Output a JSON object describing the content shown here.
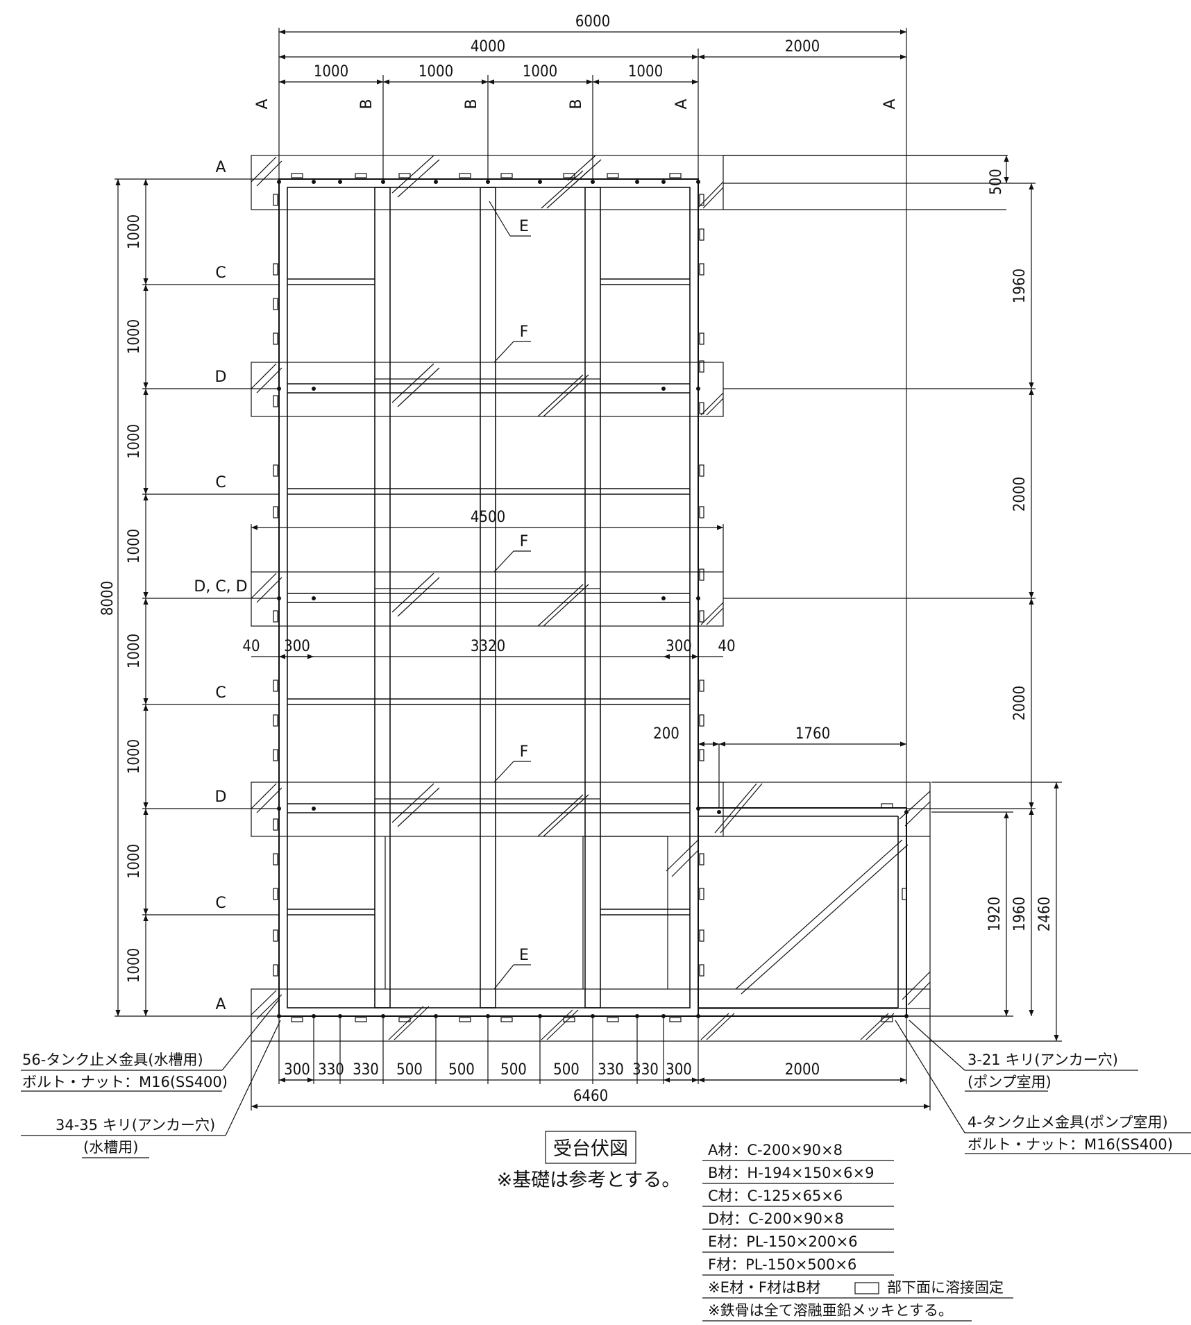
{
  "dims": {
    "top": {
      "total": "6000",
      "tank": "4000",
      "pump": "2000",
      "bay1": "1000",
      "bay2": "1000",
      "bay3": "1000",
      "bay4": "1000"
    },
    "right": {
      "d500": "500",
      "d1960a": "1960",
      "d2000a": "2000",
      "d2000b": "2000",
      "d1920": "1920",
      "d1960b": "1960",
      "d2460": "2460"
    },
    "left": {
      "total": "8000",
      "r1": "1000",
      "r2": "1000",
      "r3": "1000",
      "r4": "1000",
      "r5": "1000",
      "r6": "1000",
      "r7": "1000",
      "r8": "1000"
    },
    "inner": {
      "w4500": "4500",
      "e40l": "40",
      "e300l": "300",
      "mid3320": "3320",
      "e300r": "300",
      "e40r": "40",
      "p200": "200",
      "p1760": "1760"
    },
    "bottom": {
      "s1": "300",
      "s2": "330",
      "s3": "330",
      "s4": "500",
      "s5": "500",
      "s6": "500",
      "s7": "500",
      "s8": "330",
      "s9": "330",
      "s10": "300",
      "pump": "2000",
      "total": "6460"
    }
  },
  "labels": {
    "col_a1": "A",
    "col_b1": "B",
    "col_b2": "B",
    "col_b3": "B",
    "col_a2": "A",
    "col_a3": "A",
    "row_a_top": "A",
    "row_c1": "C",
    "row_d1": "D",
    "row_c2": "C",
    "row_dcd": "D, C, D",
    "row_c3": "C",
    "row_d2": "D",
    "row_c4": "C",
    "row_a_bot": "A",
    "e_top": "E",
    "f1": "F",
    "f2": "F",
    "f3": "F",
    "e_bot": "E"
  },
  "notes": {
    "fitting_tank": "56-タンク止メ金具(水槽用)",
    "bolt_tank": "ボルト・ナット：M16(SS400)",
    "anchor_tank": "34-35 キリ(アンカー穴)",
    "anchor_tank_sub": "(水槽用)",
    "anchor_pump": "3-21 キリ(アンカー穴)",
    "anchor_pump_sub": "(ポンプ室用)",
    "fitting_pump": "4-タンク止メ金具(ポンプ室用)",
    "bolt_pump": "ボルト・ナット：M16(SS400)"
  },
  "title": "受台伏図",
  "subtitle": "※基礎は参考とする。",
  "materials": [
    "A材：C-200×90×8",
    "B材：H-194×150×6×9",
    "C材：C-125×65×6",
    "D材：C-200×90×8",
    "E材：PL-150×200×6",
    "F材：PL-150×500×6"
  ],
  "footnote1_a": "※E材・F材はB材",
  "footnote1_b": "部下面に溶接固定",
  "footnote2": "※鉄骨は全て溶融亜鉛メッキとする。"
}
